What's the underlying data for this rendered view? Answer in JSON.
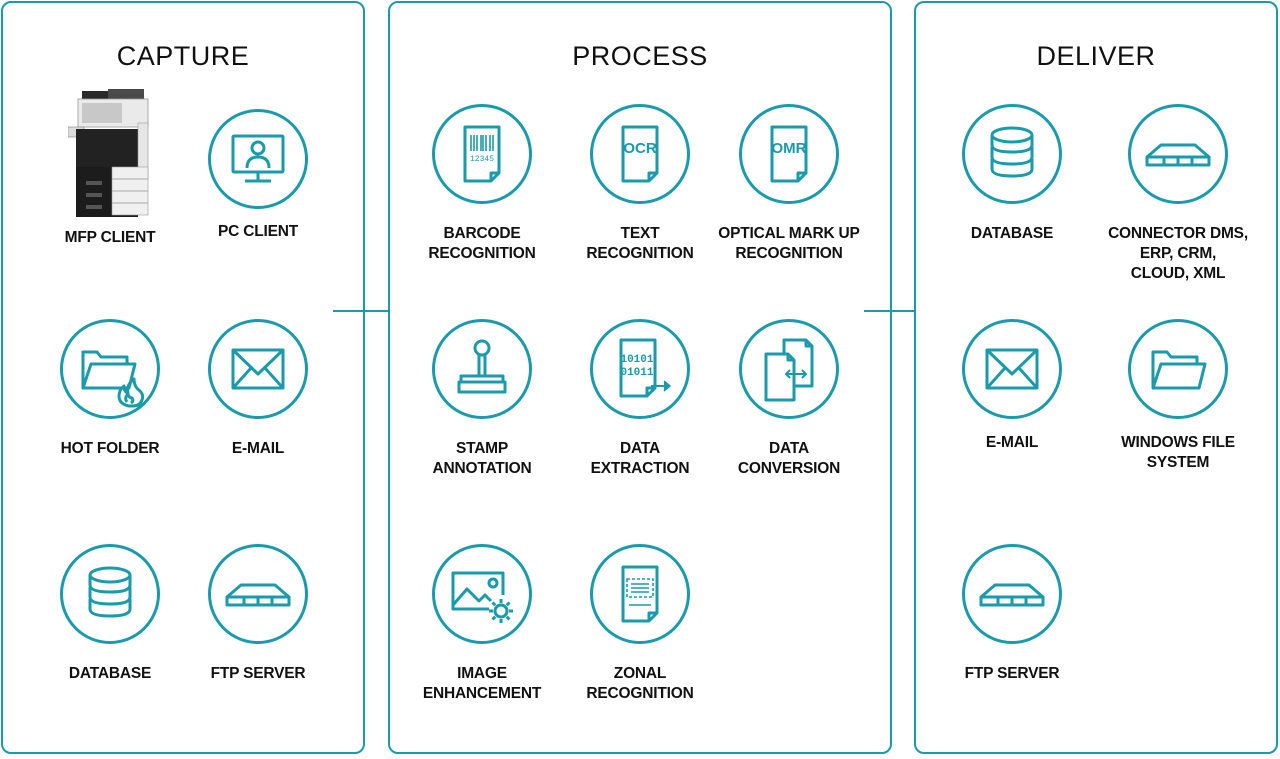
{
  "colors": {
    "accent": "#1a9aab",
    "text": "#111111",
    "background": "#ffffff"
  },
  "capture": {
    "title": "CAPTURE",
    "items": [
      {
        "label": "MFP CLIENT",
        "icon": "mfp-printer-image"
      },
      {
        "label": "PC CLIENT",
        "icon": "pc-client-icon"
      },
      {
        "label": "HOT FOLDER",
        "icon": "hot-folder-icon"
      },
      {
        "label": "E-MAIL",
        "icon": "email-icon"
      },
      {
        "label": "DATABASE",
        "icon": "database-icon"
      },
      {
        "label": "FTP SERVER",
        "icon": "ftp-server-icon"
      }
    ]
  },
  "process": {
    "title": "PROCESS",
    "items": [
      {
        "label": "BARCODE\nRECOGNITION",
        "icon": "barcode-icon",
        "icon_text": "12345"
      },
      {
        "label": "TEXT\nRECOGNITION",
        "icon": "ocr-icon",
        "icon_text": "OCR"
      },
      {
        "label": "OPTICAL MARK UP\nRECOGNITION",
        "icon": "omr-icon",
        "icon_text": "OMR"
      },
      {
        "label": "STAMP\nANNOTATION",
        "icon": "stamp-icon"
      },
      {
        "label": "DATA\nEXTRACTION",
        "icon": "data-extraction-icon",
        "icon_text_1": "10101",
        "icon_text_2": "01011"
      },
      {
        "label": "DATA\nCONVERSION",
        "icon": "data-conversion-icon"
      },
      {
        "label": "IMAGE\nENHANCEMENT",
        "icon": "image-enhancement-icon"
      },
      {
        "label": "ZONAL\nRECOGNITION",
        "icon": "zonal-recognition-icon"
      }
    ]
  },
  "deliver": {
    "title": "DELIVER",
    "items": [
      {
        "label": "DATABASE",
        "icon": "database-icon"
      },
      {
        "label": "CONNECTOR DMS,\nERP, CRM,\nCLOUD, XML",
        "icon": "connector-icon"
      },
      {
        "label": "E-MAIL",
        "icon": "email-icon"
      },
      {
        "label": "WINDOWS FILE\nSYSTEM",
        "icon": "folder-icon"
      },
      {
        "label": "FTP SERVER",
        "icon": "ftp-server-icon"
      }
    ]
  },
  "arrows": [
    "capture-to-process",
    "process-to-deliver"
  ]
}
